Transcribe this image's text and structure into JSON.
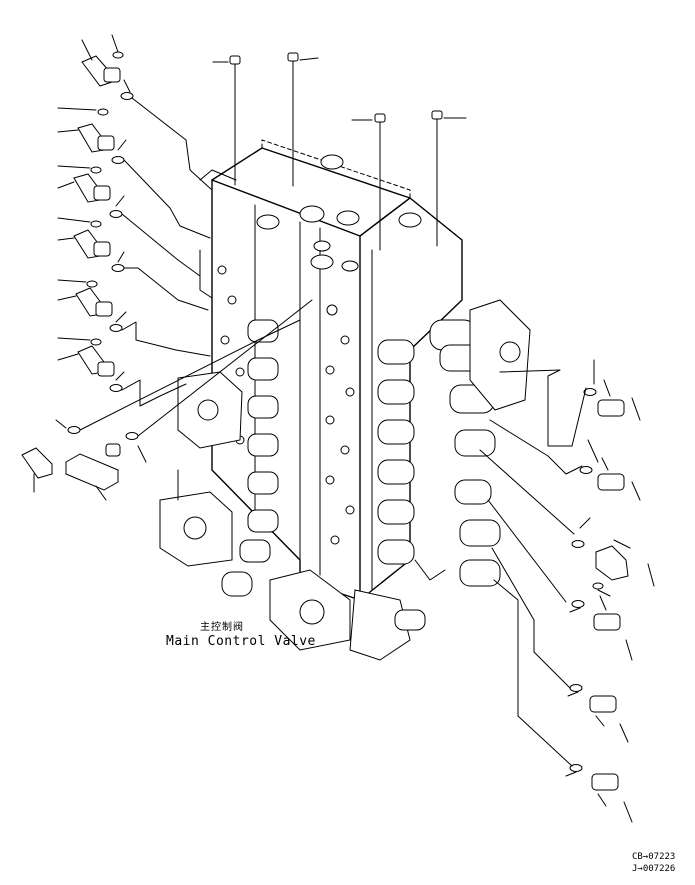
{
  "caption": {
    "chinese": "主控制阀",
    "english": "Main Control Valve"
  },
  "drawing_codes": [
    "CB→07223",
    "J→007226"
  ],
  "colors": {
    "line": "#000000",
    "background": "#ffffff"
  }
}
